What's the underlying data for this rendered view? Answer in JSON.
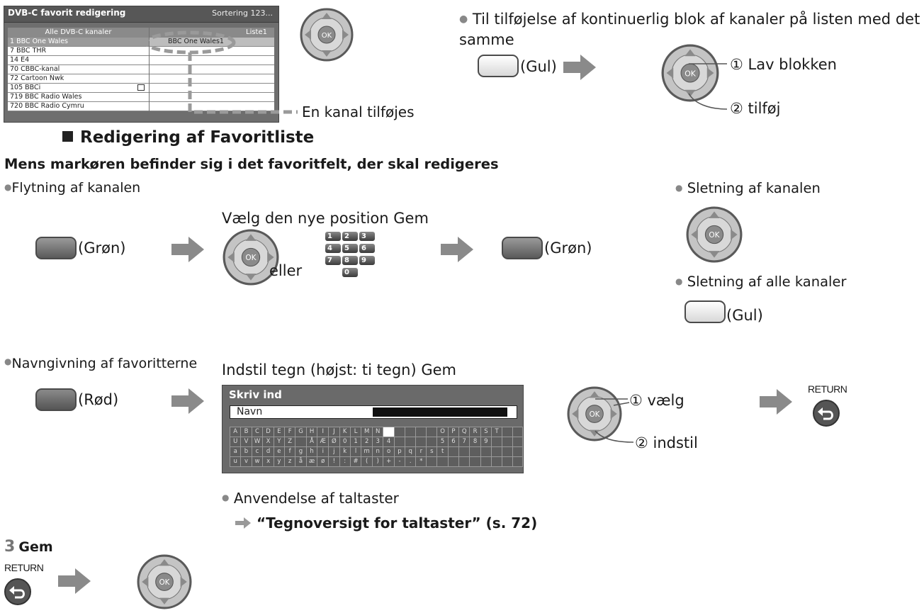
{
  "tv_screen": {
    "title": "DVB-C favorit redigering",
    "sort_label": "Sortering 123...",
    "left_header": "Alle DVB-C kanaler",
    "right_header": "Liste1",
    "channels": [
      "1  BBC One Wales",
      "7  BBC THR",
      "14  E4",
      "70  CBBC-kanal",
      "72  Cartoon Nwk",
      "105  BBCi",
      "719  BBC Radio Wales",
      "720  BBC Radio Cymru"
    ],
    "favorite_entry": "BBC One Wales1"
  },
  "callout_add": "En kanal tilføjes",
  "block_intro": "Til tilføjelse af kontinuerlig blok af kanaler på listen med det samme",
  "yellow_label": "(Gul)",
  "step1": "① Lav blokken",
  "step2": "② tilføj",
  "section_heading": "Redigering af Favoritliste",
  "subheading": "Mens markøren befinder sig i det favoritfelt, der skal redigeres",
  "move_title": "Flytning af kanalen",
  "green_label": "(Grøn)",
  "select_save": "Vælg den nye position Gem",
  "or_label": "eller",
  "numpad": [
    "1",
    "2",
    "3",
    "4",
    "5",
    "6",
    "7",
    "8",
    "9",
    "0"
  ],
  "delete_one": "Sletning af kanalen",
  "delete_all": "Sletning af alle kanaler",
  "naming_title": "Navngivning af favoritterne",
  "red_label": "(Rød)",
  "set_chars": "Indstil tegn (højst: ti tegn) Gem",
  "kb_screen": {
    "title": "Skriv ind",
    "name_label": "Navn",
    "rows": [
      [
        "A",
        "B",
        "C",
        "D",
        "E",
        "F",
        "G",
        "H",
        "I",
        "J",
        "K",
        "L",
        "M",
        "N",
        "",
        "",
        "",
        "",
        "",
        "O",
        "P",
        "Q",
        "R",
        "S",
        "T",
        "",
        ""
      ],
      [
        "U",
        "V",
        "W",
        "X",
        "Y",
        "Z",
        "",
        "Å",
        "Æ",
        "Ø",
        "0",
        "1",
        "2",
        "3",
        "4",
        "",
        "",
        "",
        "",
        "5",
        "6",
        "7",
        "8",
        "9",
        "",
        "",
        ""
      ],
      [
        "a",
        "b",
        "c",
        "d",
        "e",
        "f",
        "g",
        "h",
        "i",
        "j",
        "k",
        "l",
        "m",
        "n",
        "o",
        "p",
        "q",
        "r",
        "s",
        "t",
        "",
        "",
        "",
        "",
        "",
        "",
        ""
      ],
      [
        "u",
        "v",
        "w",
        "x",
        "y",
        "z",
        "å",
        "æ",
        "ø",
        "!",
        ":",
        "#",
        "(",
        ")",
        "+",
        "-",
        ".",
        "*",
        "",
        "",
        "",
        "",
        "",
        "",
        "",
        "",
        ""
      ]
    ]
  },
  "select_label": "① vælg",
  "set_label": "② indstil",
  "return_label": "RETURN",
  "numkeys_use": "Anvendelse af taltaster",
  "ref_link": "“Tegnoversigt for taltaster” (s. 72)",
  "step3_number": "3",
  "step3_label": "Gem",
  "ok_label": "OK"
}
